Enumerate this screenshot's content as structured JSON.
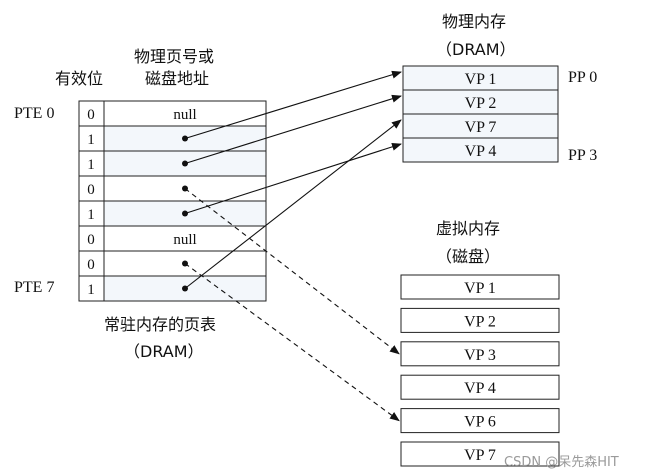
{
  "page_table": {
    "header_valid": "有效位",
    "header_addr_line1": "物理页号或",
    "header_addr_line2": "磁盘地址",
    "pte_first_label": "PTE 0",
    "pte_last_label": "PTE 7",
    "rows": [
      {
        "valid": "0",
        "addr": "null"
      },
      {
        "valid": "1",
        "addr": ""
      },
      {
        "valid": "1",
        "addr": ""
      },
      {
        "valid": "0",
        "addr": ""
      },
      {
        "valid": "1",
        "addr": ""
      },
      {
        "valid": "0",
        "addr": "null"
      },
      {
        "valid": "0",
        "addr": ""
      },
      {
        "valid": "1",
        "addr": ""
      }
    ],
    "caption_line1": "常驻内存的页表",
    "caption_line2": "（DRAM）"
  },
  "physical_memory": {
    "title_line1": "物理内存",
    "title_line2": "（DRAM）",
    "pages": [
      "VP 1",
      "VP 2",
      "VP 7",
      "VP 4"
    ],
    "first_label": "PP 0",
    "last_label": "PP 3"
  },
  "virtual_memory": {
    "title_line1": "虚拟内存",
    "title_line2": "（磁盘）",
    "pages": [
      "VP 1",
      "VP 2",
      "VP 3",
      "VP 4",
      "VP 6",
      "VP 7"
    ]
  },
  "mappings": [
    {
      "pte": 1,
      "to": "physical",
      "index": 0,
      "style": "solid"
    },
    {
      "pte": 2,
      "to": "physical",
      "index": 1,
      "style": "solid"
    },
    {
      "pte": 3,
      "to": "disk",
      "index": 2,
      "style": "dashed"
    },
    {
      "pte": 4,
      "to": "physical",
      "index": 3,
      "style": "solid"
    },
    {
      "pte": 6,
      "to": "disk",
      "index": 4,
      "style": "dashed"
    },
    {
      "pte": 7,
      "to": "physical",
      "index": 2,
      "style": "solid"
    }
  ],
  "watermark": "CSDN @呆先森HIT"
}
